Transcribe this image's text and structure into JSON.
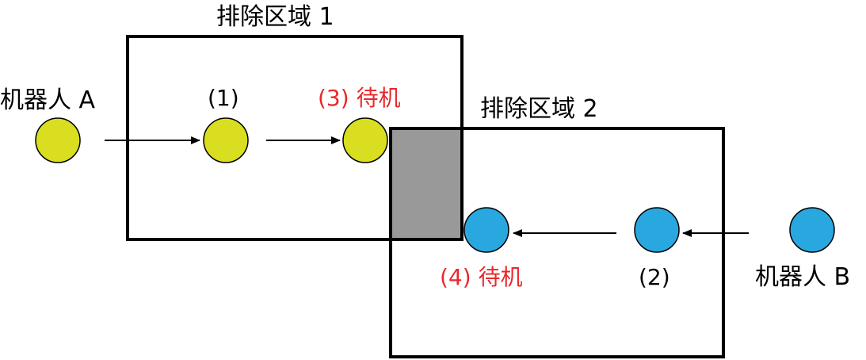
{
  "colors": {
    "robot_a": "#d9df20",
    "robot_b": "#29a8e0",
    "overlap": "#999999",
    "standby_text": "#e8282b",
    "stroke": "#000000"
  },
  "zones": {
    "zone1_label": "排除区域 1",
    "zone2_label": "排除区域 2"
  },
  "robots": {
    "a_label": "机器人 A",
    "b_label": "机器人 B"
  },
  "steps": {
    "step1": "(1)",
    "step2": "(2)",
    "step3": "(3) 待机",
    "step4": "(4) 待机"
  }
}
